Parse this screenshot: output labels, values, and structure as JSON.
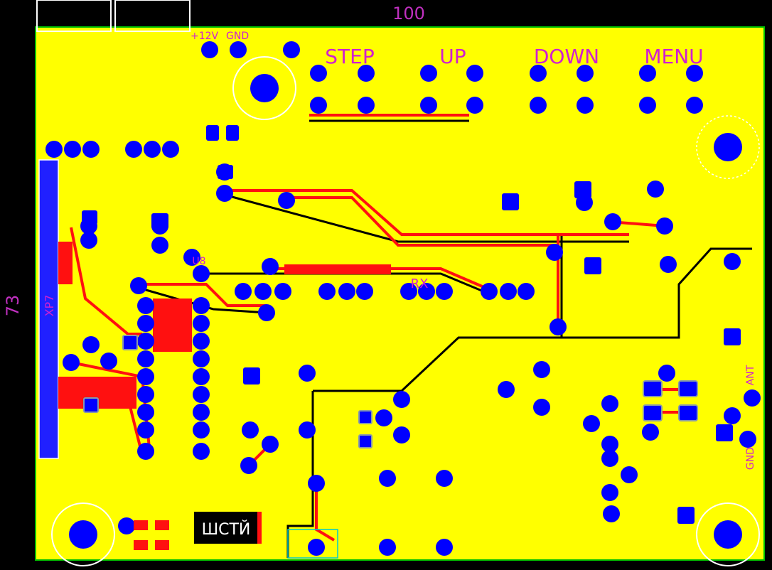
{
  "dimensions": {
    "width_label": "100",
    "height_label": "73"
  },
  "connector_labels": {
    "power_pos": "+12V",
    "power_gnd": "GND",
    "ribbon": "XP7"
  },
  "buttons": [
    {
      "label": "STEP"
    },
    {
      "label": "UP"
    },
    {
      "label": "DOWN"
    },
    {
      "label": "MENU"
    }
  ],
  "silk_labels": {
    "rx": "RX",
    "ant": "ANT",
    "gnd_right": "GND",
    "ic_mark": "U8",
    "block_text": "ШСТЙ"
  },
  "colors": {
    "board": "#ffff00",
    "background": "#000000",
    "pad": "#0000ff",
    "trace_top": "#ff0000",
    "outline": "#00cc00",
    "dimension": "#c030c0"
  }
}
